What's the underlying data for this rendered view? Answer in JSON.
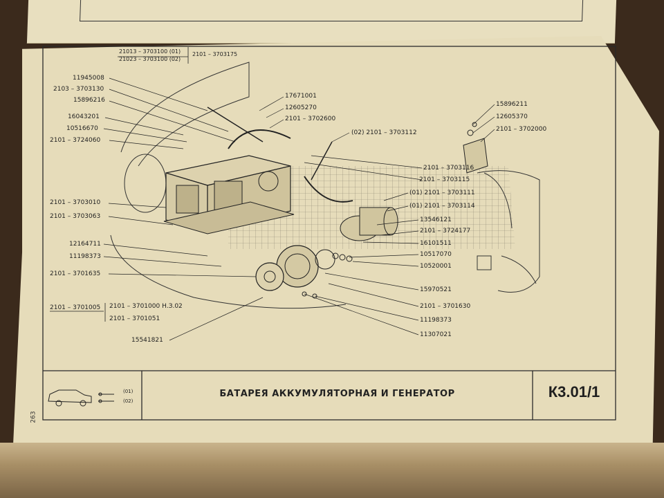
{
  "page": {
    "title": "БАТАРЕЯ АККУМУЛЯТОРНАЯ И ГЕНЕРАТОР",
    "code": "К3.01/1",
    "page_number": "263",
    "variant_01": "(01)",
    "variant_02": "(02)"
  },
  "header_ref": {
    "line1": "21013 – 3703100 (01)",
    "line2": "21023 – 3703100 (02)",
    "line3": "2101 – 3703175"
  },
  "labels_left": [
    "11945008",
    "2103 – 3703130",
    "15896216",
    "16043201",
    "10516670",
    "2101 – 3724060",
    "2101 – 3703010",
    "2101 – 3703063",
    "12164711",
    "11198373",
    "2101 – 3701635",
    "2101 – 3701005",
    "15541821"
  ],
  "bracket": {
    "line1": "2101 – 3701000  Н.З.02",
    "line2": "2101 – 3701051"
  },
  "labels_top": [
    "17671001",
    "12605270",
    "2101 – 3702600",
    "(02) 2101 – 3703112"
  ],
  "labels_right_top": [
    "15896211",
    "12605370",
    "2101 – 3702000"
  ],
  "labels_right": [
    "2101 – 3703116",
    "2101 – 3703115",
    "(01) 2101 – 3703111",
    "(01) 2101 – 3703114",
    "13546121",
    "2101 – 3724177",
    "16101511",
    "10517070",
    "10520001",
    "15970521",
    "2101 – 3701630",
    "11198373",
    "11307021"
  ]
}
